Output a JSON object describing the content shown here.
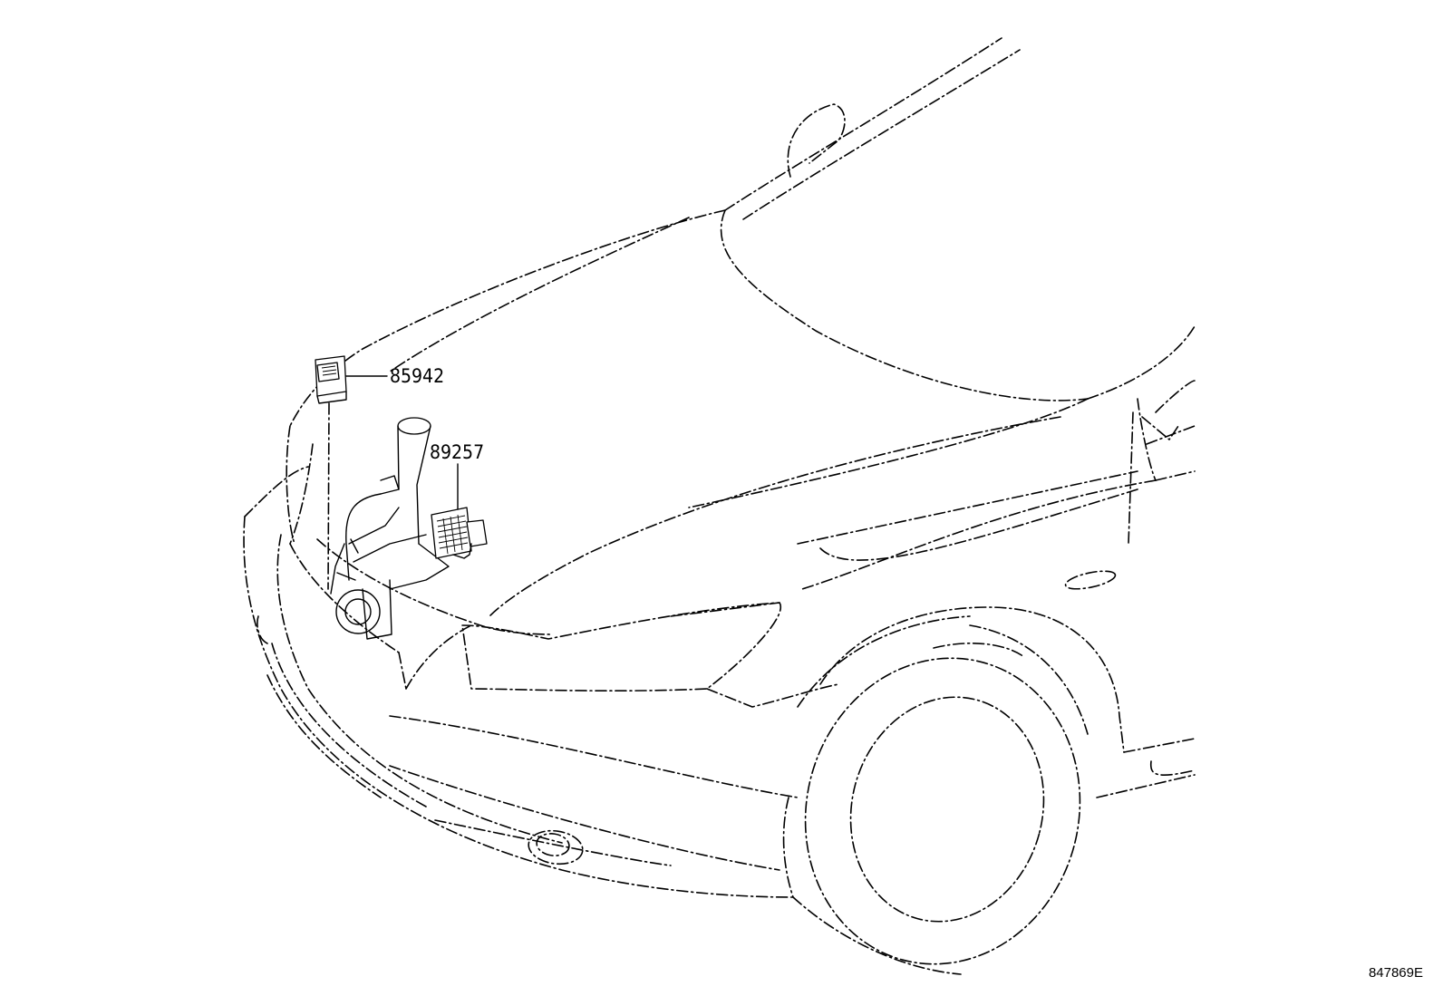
{
  "callouts": [
    {
      "id": "horn-relay",
      "label": "85942"
    },
    {
      "id": "control-module",
      "label": "89257"
    }
  ],
  "figure_id": "847869E"
}
